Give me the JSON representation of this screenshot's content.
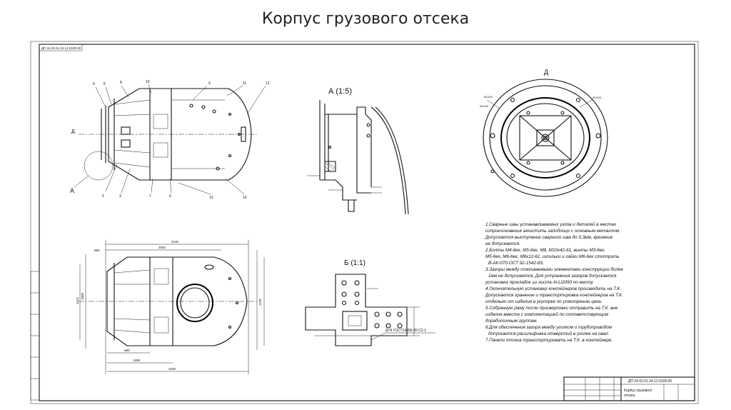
{
  "title": "Корпус грузового отсека",
  "sheet": {
    "stamp_top_left": "ДП 24.02.01.24.12.0100.00",
    "view_a_label": "А",
    "view_d_label": "Д",
    "section_a_label": "А (1:5)",
    "section_b_label": "Б (1:1)",
    "weld_label": "ΔУ4 ГОСТ14806-80-С2-1",
    "callouts_top": [
      "4",
      "6",
      "8",
      "10",
      "9",
      "11",
      "12"
    ],
    "callouts_bottom": [
      "2",
      "3",
      "7",
      "5",
      "13",
      "10"
    ],
    "dimensions": {
      "d1": "2130",
      "d2": "2002",
      "d3": "1800",
      "d4": "1412",
      "d5": "1128",
      "d6": "880",
      "d7": "1208",
      "d8": "2180",
      "d9": "850",
      "d10": "Ø1100",
      "d11": "Ø1200",
      "d12": "Ø1040"
    },
    "notes": [
      "1.Сварные швы устанавливаемых узлов и деталей в местах",
      "соприкосновения зачистить заподлицо с основным металлом.",
      "Допускается выступание сварного шва до 0,3мм, врезание",
      "не допускается.",
      "2.Болты М4-6ех, М5-6ех, М8, М10х42-61, винты М3-6ех,",
      "М5-6ех, М6-6ех, М6х12-61, шпильки и гайки М6-6ех стопорить",
      "В-АК-070-ОСТ 92-1542-83.",
      "3.Зазоры между стягиваемыми элементами конструкции более",
      "1мм не допускаются. Для устранения зазоров допускается",
      "установка прокладок из листа Al-Li2090 по месту.",
      "4.Окончательную установку контейнеров производить на Т.К.",
      "Допускается хранение и транспортировка контейнеров на Т.К.",
      "отдельно от изделия в укупорке по усмотрению цеха.",
      "5.Собранную раму после присверловки отправить на Т.К. вне",
      "изделия вместе с комплектацией по соответствующим",
      "доработочным группам.",
      "6.Для обеспечения зазора между уголком и трубопроводом",
      "допускается расшлифовка отверстий в уголке на овал.",
      "7.Панели отсека транспортировать на Т.К. в контейнере."
    ],
    "title_block": {
      "doc_number": "ДП 24.02.01.24.12.0100.00",
      "name_line1": "Корпус грузового",
      "name_line2": "отсека"
    }
  }
}
